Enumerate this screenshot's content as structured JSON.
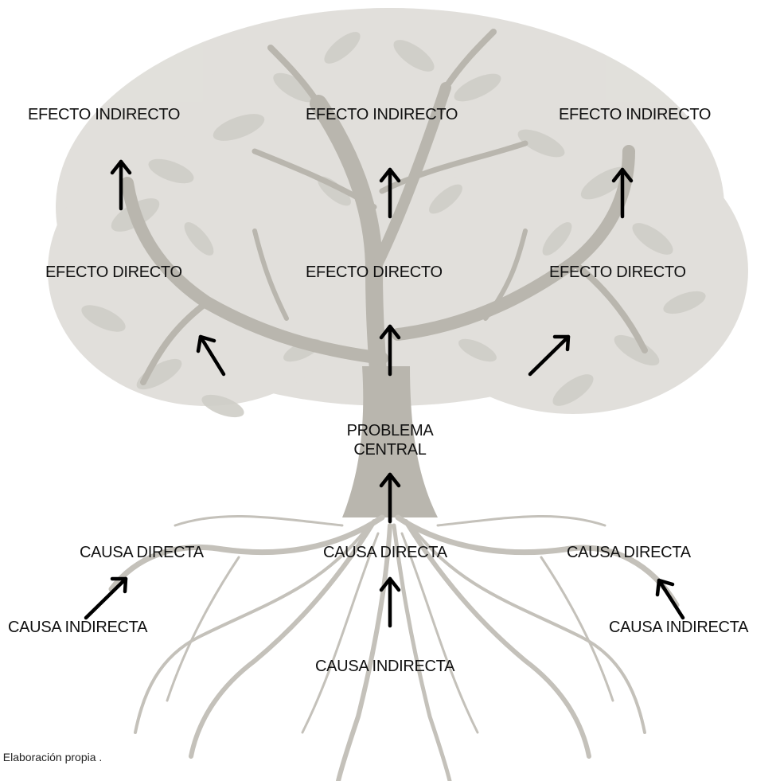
{
  "diagram": {
    "colors": {
      "tree_trunk": "#b9b6ae",
      "tree_leaves": "#d3d1cb",
      "roots": "#c4c1ba",
      "arrows": "#000000",
      "text": "#111111"
    },
    "effects_indirect": [
      {
        "label": "EFECTO  INDIRECTO"
      },
      {
        "label": "EFECTO INDIRECTO"
      },
      {
        "label": "EFECTO INDIRECTO"
      }
    ],
    "effects_direct": [
      {
        "label": "EFECTO DIRECTO"
      },
      {
        "label": "EFECTO DIRECTO"
      },
      {
        "label": "EFECTO DIRECTO"
      }
    ],
    "central_problem": {
      "line1": "PROBLEMA",
      "line2": "CENTRAL"
    },
    "causes_direct": [
      {
        "label": "CAUSA DIRECTA"
      },
      {
        "label": "CAUSA DIRECTA"
      },
      {
        "label": "CAUSA DIRECTA"
      }
    ],
    "causes_indirect": [
      {
        "label": "CAUSA INDIRECTA"
      },
      {
        "label": "CAUSA INDIRECTA"
      },
      {
        "label": "CAUSA INDIRECTA"
      }
    ],
    "source_note": ":  Elaboración propia ."
  }
}
